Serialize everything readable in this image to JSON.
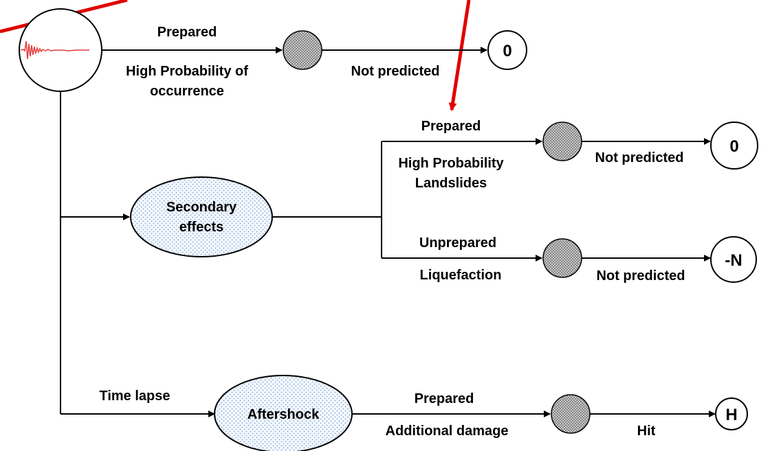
{
  "diagram": {
    "top_branch": {
      "label_above": "Prepared",
      "label_below_line1": "High Probability of",
      "label_below_line2": "occurrence",
      "next_label": "Not predicted",
      "outcome": "0"
    },
    "secondary": {
      "node_line1": "Secondary",
      "node_line2": "effects",
      "landslide_branch": {
        "label_above": "Prepared",
        "label_below_line1": "High Probability",
        "label_below_line2": "Landslides",
        "next_label": "Not predicted",
        "outcome": "0"
      },
      "liquefaction_branch": {
        "label_above": "Unprepared",
        "label_below": "Liquefaction",
        "next_label": "Not predicted",
        "outcome": "-N"
      }
    },
    "aftershock": {
      "incoming_label": "Time lapse",
      "node_label": "Aftershock",
      "label_above": "Prepared",
      "label_below": "Additional damage",
      "next_label": "Hit",
      "outcome": "H"
    },
    "colors": {
      "line": "#000000",
      "annotation_arrow": "#e00000",
      "seismogram": "#e23b3b",
      "chance_fill": "#9a9a9a",
      "ellipse_dots": "#7fa6d6"
    }
  }
}
